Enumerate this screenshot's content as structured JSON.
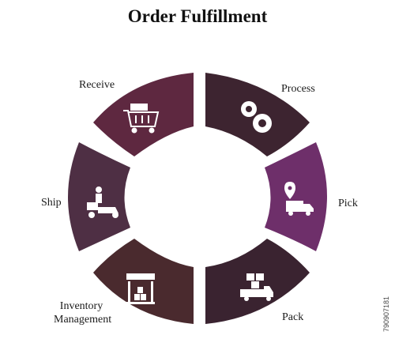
{
  "title": "Order Fulfillment",
  "segments": [
    {
      "label": "Receive",
      "color": "#5e2840",
      "icon": "shopping-cart-icon"
    },
    {
      "label": "Process",
      "color": "#3d2430",
      "icon": "gears-icon"
    },
    {
      "label": "Pick",
      "color": "#6e2f6a",
      "icon": "delivery-truck-location-icon"
    },
    {
      "label": "Pack",
      "color": "#3a2330",
      "icon": "truck-with-boxes-icon"
    },
    {
      "label": "Inventory Management",
      "color": "#4a2a2e",
      "icon": "store-with-boxes-icon"
    },
    {
      "label": "Ship",
      "color": "#4e2f44",
      "icon": "delivery-scooter-icon"
    }
  ],
  "watermark": "790907181"
}
